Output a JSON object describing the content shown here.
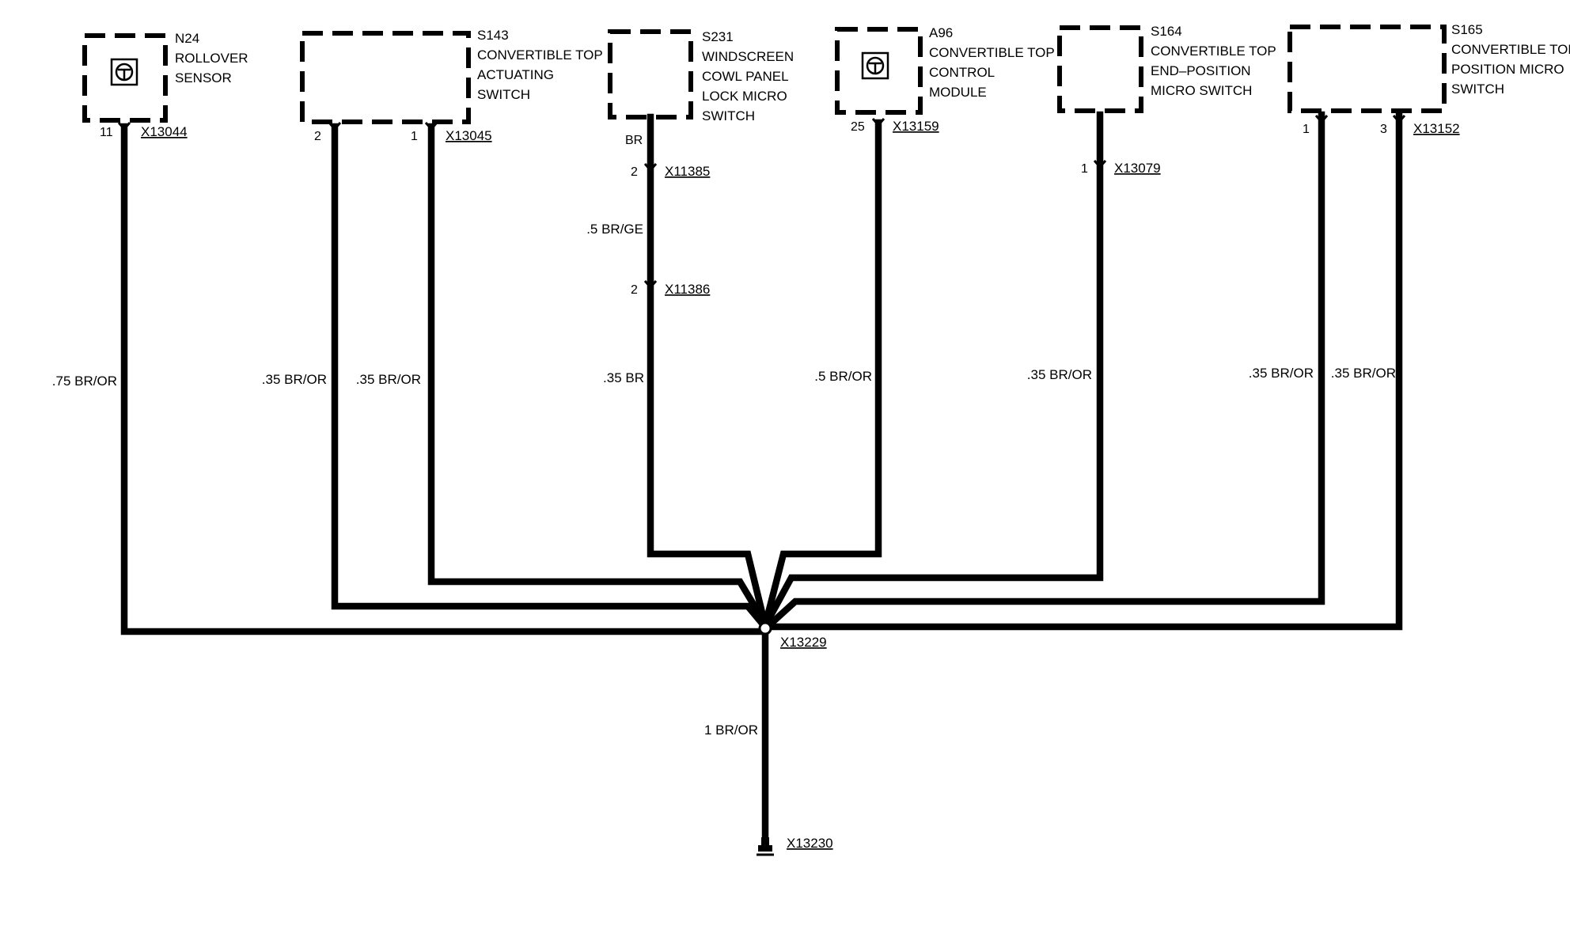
{
  "components": {
    "n24": {
      "code": "N24",
      "lines": [
        "ROLLOVER",
        "SENSOR"
      ]
    },
    "s143": {
      "code": "S143",
      "lines": [
        "CONVERTIBLE TOP",
        "ACTUATING",
        "SWITCH"
      ]
    },
    "s231": {
      "code": "S231",
      "lines": [
        "WINDSCREEN",
        "COWL PANEL",
        "LOCK MICRO",
        "SWITCH"
      ]
    },
    "a96": {
      "code": "A96",
      "lines": [
        "CONVERTIBLE TOP",
        "CONTROL",
        "MODULE"
      ]
    },
    "s164": {
      "code": "S164",
      "lines": [
        "CONVERTIBLE TOP",
        "END–POSITION",
        "MICRO SWITCH"
      ]
    },
    "s165": {
      "code": "S165",
      "lines": [
        "CONVERTIBLE TOP",
        "POSITION MICRO",
        "SWITCH"
      ]
    }
  },
  "connectors": {
    "x13044": "X13044",
    "x13045": "X13045",
    "x11385": "X11385",
    "x11386": "X11386",
    "x13159": "X13159",
    "x13079": "X13079",
    "x13152": "X13152",
    "x13229": "X13229",
    "x13230": "X13230"
  },
  "pins": {
    "n24_pin": "11",
    "s143_pin_a": "2",
    "s143_pin_b": "1",
    "s231_top": "BR",
    "x11385_pin": "2",
    "x11386_pin": "2",
    "a96_pin": "25",
    "s164_pin": "1",
    "s165_pin_a": "1",
    "s165_pin_b": "3"
  },
  "wires": {
    "n24": ".75 BR/OR",
    "s143_a": ".35 BR/OR",
    "s143_b": ".35 BR/OR",
    "s231_mid": ".5 BR/GE",
    "s231_low": ".35 BR",
    "a96": ".5 BR/OR",
    "s164": ".35 BR/OR",
    "s165_a": ".35 BR/OR",
    "s165_b": ".35 BR/OR",
    "ground": "1 BR/OR"
  }
}
